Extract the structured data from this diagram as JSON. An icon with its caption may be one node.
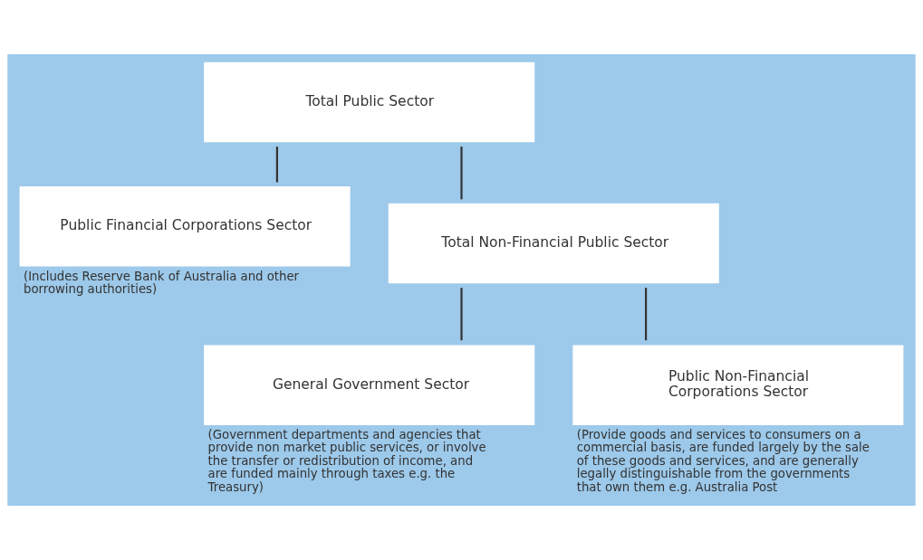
{
  "diagram": {
    "nodes": [
      {
        "text": [
          "Total Public Sector"
        ]
      },
      {
        "text": [
          "Public Financial Corporations Sector"
        ],
        "beside": [
          "(Includes Reserve Bank of Australia and other borrowing authorities)"
        ]
      },
      {
        "text": [
          "Total Non-Financial Public Sector"
        ]
      },
      {
        "text": [
          "General Government Sector"
        ],
        "beside": [
          "(Government departments and agencies that provide non market public services, or involve the transfer or redistribution of income, and are funded mainly through taxes e.g. the Treasury)"
        ]
      },
      {
        "text": [
          "Public Non-Financial Corporations Sector"
        ],
        "beside": [
          "(Provide goods and services to consumers on a commercial basis, are funded largely by the sale of these goods and services, and are generally legally distinguishable from the governments that own them e.g. Australia Post"
        ]
      }
    ],
    "edges": [
      {
        "from": 0,
        "to": 1,
        "arrow": "none"
      },
      {
        "from": 0,
        "to": 2,
        "arrow": "none"
      },
      {
        "from": 2,
        "to": 3,
        "arrow": "none"
      },
      {
        "from": 2,
        "to": 4,
        "arrow": "none"
      }
    ]
  }
}
